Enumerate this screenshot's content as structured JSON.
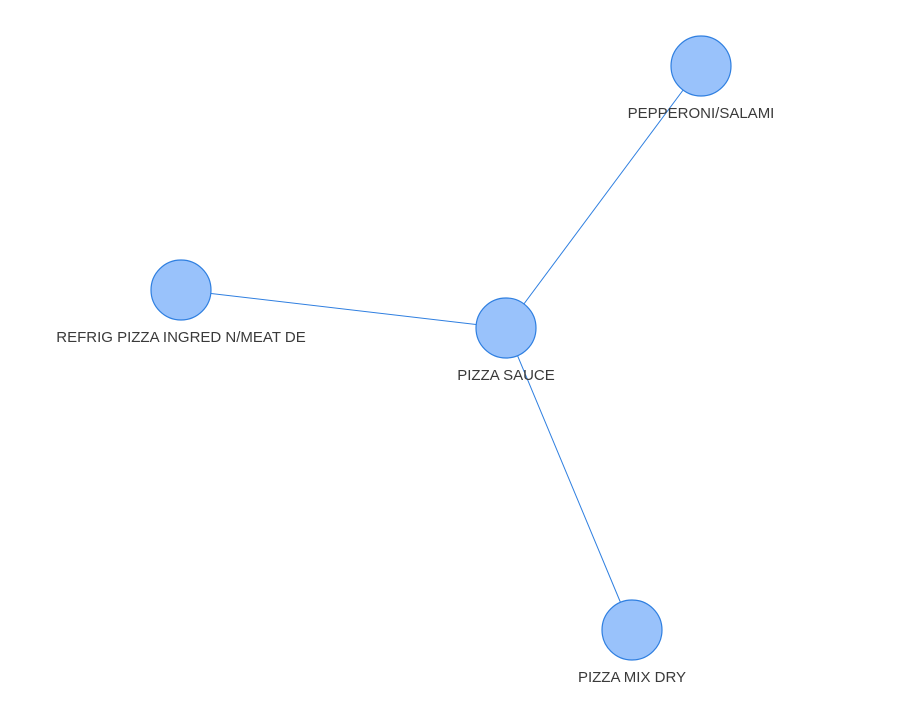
{
  "colors": {
    "node_fill": "#99c2fb",
    "node_stroke": "#2f7fe0",
    "edge": "#2f7fe0"
  },
  "nodes": [
    {
      "id": "pizza_sauce",
      "label": "PIZZA SAUCE"
    },
    {
      "id": "pepperoni",
      "label": "PEPPERONI/SALAMI"
    },
    {
      "id": "refrig",
      "label": "REFRIG PIZZA INGRED N/MEAT DE"
    },
    {
      "id": "mix_dry",
      "label": "PIZZA MIX DRY"
    }
  ],
  "edges": [
    {
      "source": "pizza_sauce",
      "target": "pepperoni"
    },
    {
      "source": "pizza_sauce",
      "target": "refrig"
    },
    {
      "source": "pizza_sauce",
      "target": "mix_dry"
    }
  ]
}
